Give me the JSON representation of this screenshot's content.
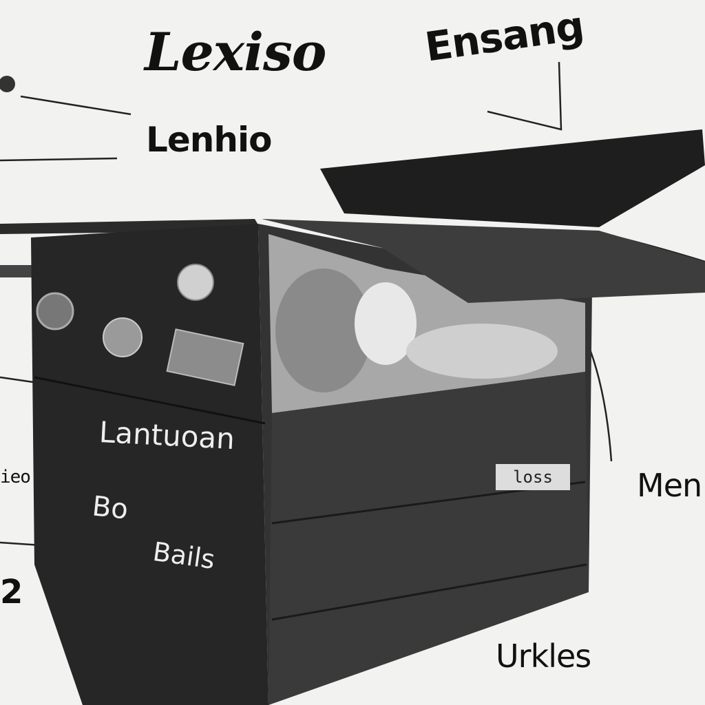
{
  "labels": {
    "title": "Lexiso",
    "upper_right": "Ensang",
    "subtitle": "Lenhio",
    "right": "Men",
    "bottom": "Urkles",
    "left": "2",
    "left_small": "ieo"
  },
  "box": {
    "front_line1": "Lantuoan",
    "front_line2": "Bo",
    "front_line3": "Bails",
    "side_tag": "loss"
  },
  "colors": {
    "background": "#f2f2f0",
    "box_dark": "#2a2a2a",
    "ink": "#111111"
  }
}
